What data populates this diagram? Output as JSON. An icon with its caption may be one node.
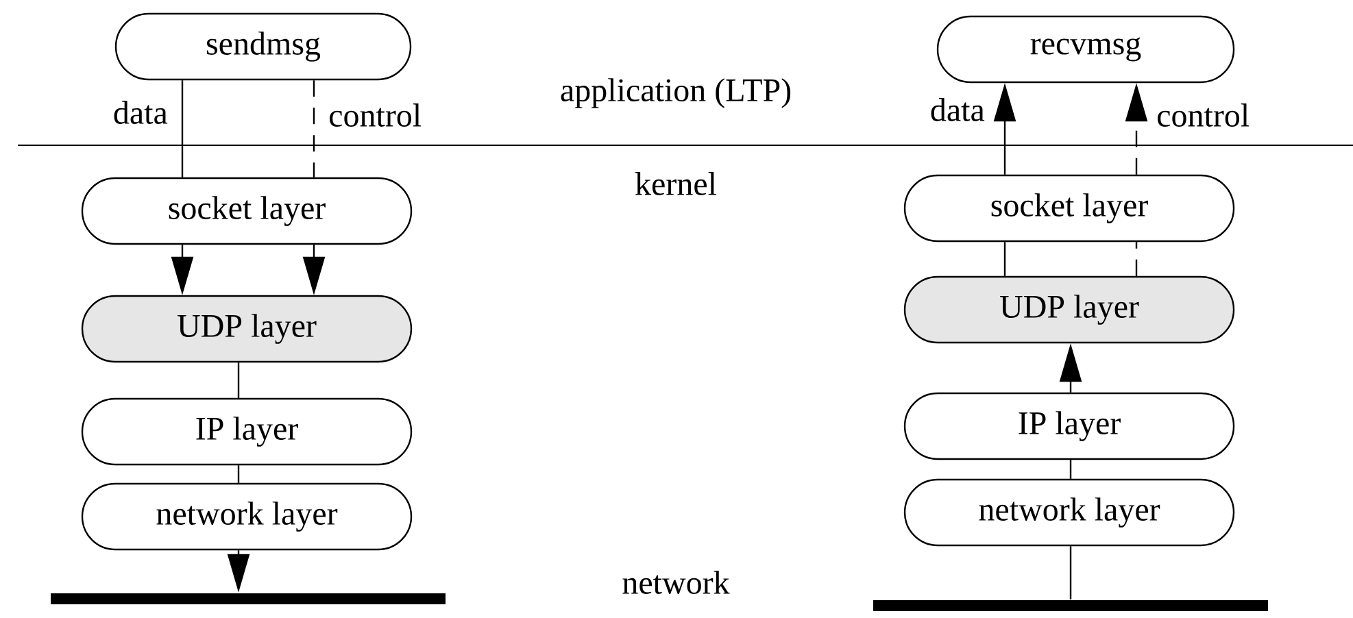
{
  "diagram": {
    "nodes": [
      {
        "text": [
          "sendmsg"
        ]
      },
      {
        "text": [
          "socket layer"
        ]
      },
      {
        "text": [
          "UDP layer"
        ]
      },
      {
        "text": [
          "IP layer"
        ]
      },
      {
        "text": [
          "network layer"
        ]
      },
      {
        "text": [],
        "shape": "bar"
      },
      {
        "text": [
          "recvmsg"
        ]
      },
      {
        "text": [
          "socket layer"
        ]
      },
      {
        "text": [
          "UDP layer"
        ]
      },
      {
        "text": [
          "IP layer"
        ]
      },
      {
        "text": [
          "network layer"
        ]
      },
      {
        "text": [],
        "shape": "bar"
      }
    ],
    "edges": [
      {
        "from": 0,
        "to": 1,
        "arrow": "none",
        "label": "data"
      },
      {
        "from": 0,
        "to": 1,
        "arrow": "none",
        "label": "control",
        "style": "dashed"
      },
      {
        "from": 1,
        "to": 2,
        "arrow": "to"
      },
      {
        "from": 1,
        "to": 2,
        "arrow": "to",
        "style": "dashed"
      },
      {
        "from": 2,
        "to": 3,
        "arrow": "none"
      },
      {
        "from": 3,
        "to": 4,
        "arrow": "none"
      },
      {
        "from": 4,
        "to": 5,
        "arrow": "to"
      },
      {
        "from": 7,
        "to": 6,
        "arrow": "to",
        "label": "data"
      },
      {
        "from": 7,
        "to": 6,
        "arrow": "to",
        "label": "control",
        "style": "dashed"
      },
      {
        "from": 8,
        "to": 7,
        "arrow": "none"
      },
      {
        "from": 8,
        "to": 7,
        "arrow": "none",
        "style": "dashed"
      },
      {
        "from": 9,
        "to": 8,
        "arrow": "to"
      },
      {
        "from": 9,
        "to": 10,
        "arrow": "none"
      },
      {
        "from": 10,
        "to": 11,
        "arrow": "none"
      }
    ],
    "labels": [
      "application (LTP)",
      "kernel",
      "network"
    ]
  }
}
